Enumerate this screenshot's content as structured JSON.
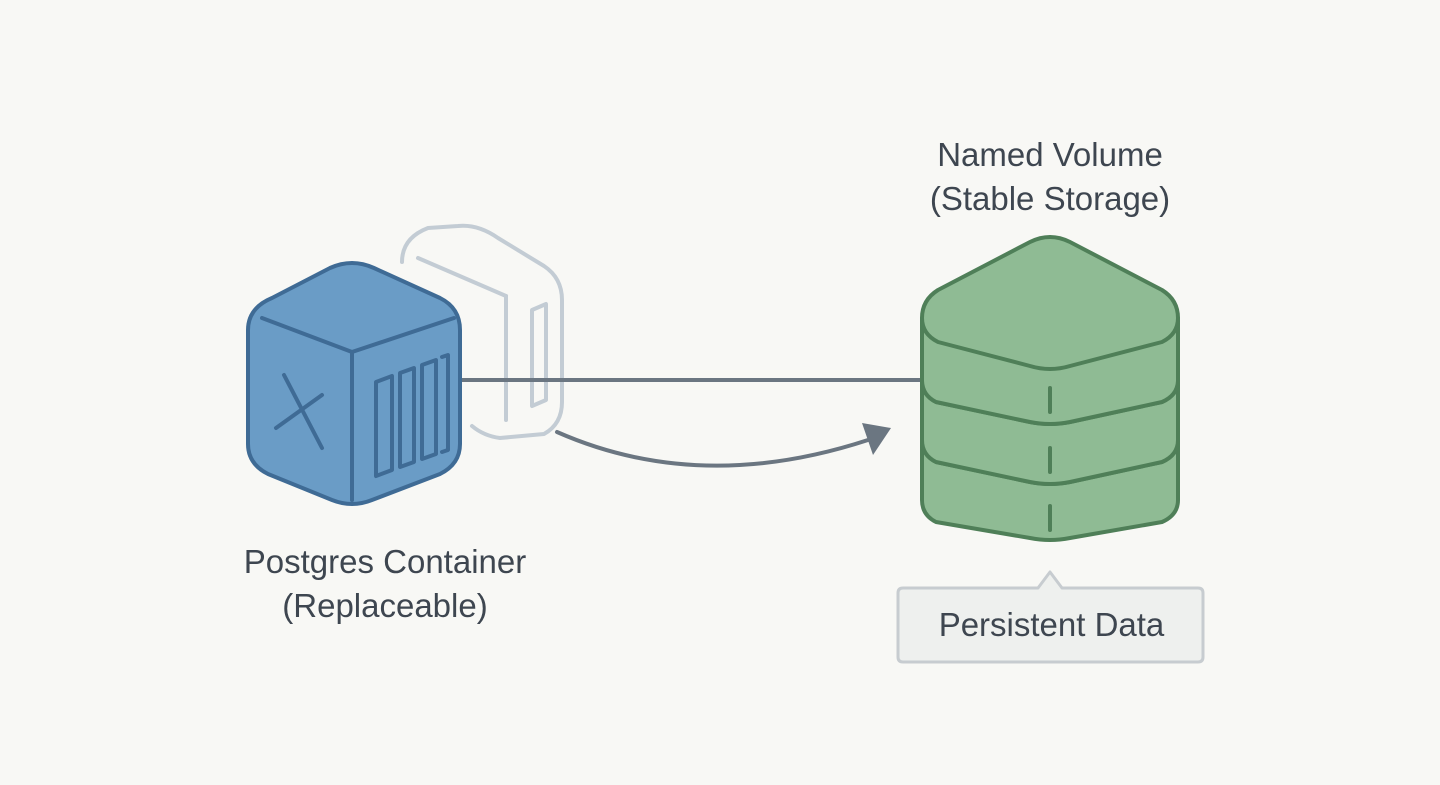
{
  "container": {
    "title": "Postgres Container",
    "subtitle": "(Replaceable)"
  },
  "volume": {
    "title": "Named Volume",
    "subtitle": "(Stable Storage)"
  },
  "callout": {
    "text": "Persistent Data"
  },
  "colors": {
    "background": "#f8f8f5",
    "container_fill": "#6a9cc6",
    "container_stroke": "#3f6b95",
    "ghost_stroke": "#c3ccd4",
    "volume_fill": "#8fbb94",
    "volume_stroke": "#4f7f58",
    "connector": "#6b7681",
    "callout_fill": "#eef0ee",
    "callout_stroke": "#c7ccd0",
    "text": "#3e4650"
  },
  "icons": {
    "container": "shipping-container-cube-icon",
    "replacement": "ghost-container-icon",
    "volume": "stacked-storage-volume-icon"
  }
}
